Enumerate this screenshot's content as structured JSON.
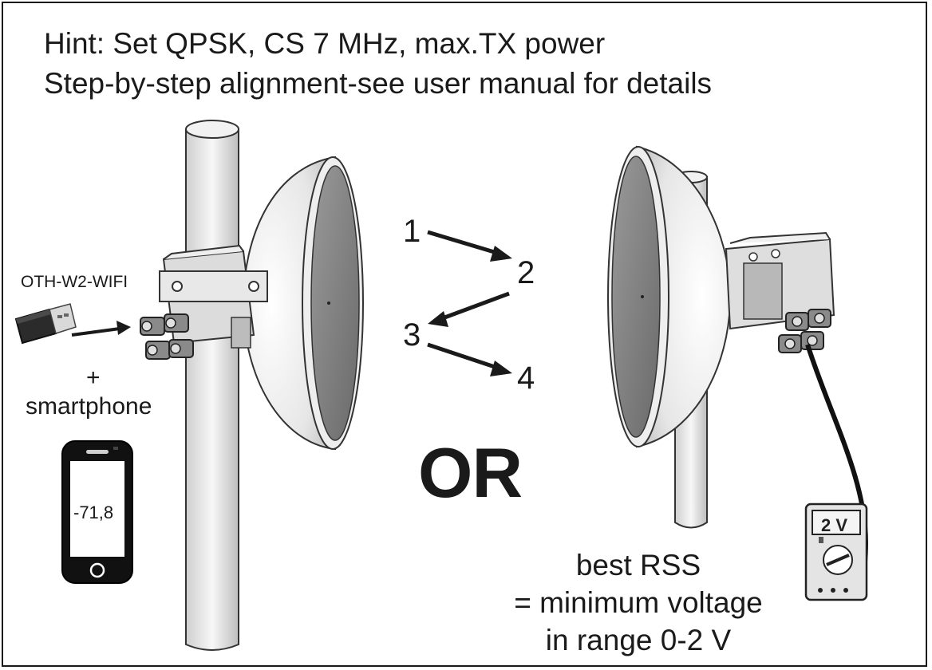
{
  "hint": {
    "line1": "Hint: Set QPSK, CS 7 MHz, max.TX power",
    "line2": "Step-by-step alignment-see user manual for details"
  },
  "left_setup": {
    "dongle_label": "OTH-W2-WIFI",
    "plus": "+",
    "smartphone_label": "smartphone",
    "phone_reading": "-71,8"
  },
  "steps": [
    "1",
    "2",
    "3",
    "4"
  ],
  "or_label": "OR",
  "right_setup": {
    "meter_reading": "2 V",
    "rss_line1": "best RSS",
    "rss_line2": "= minimum voltage",
    "rss_line3": "in range 0-2 V"
  },
  "icons": [
    "usb-dongle-icon",
    "smartphone-icon",
    "antenna-dish-icon",
    "multimeter-icon"
  ]
}
